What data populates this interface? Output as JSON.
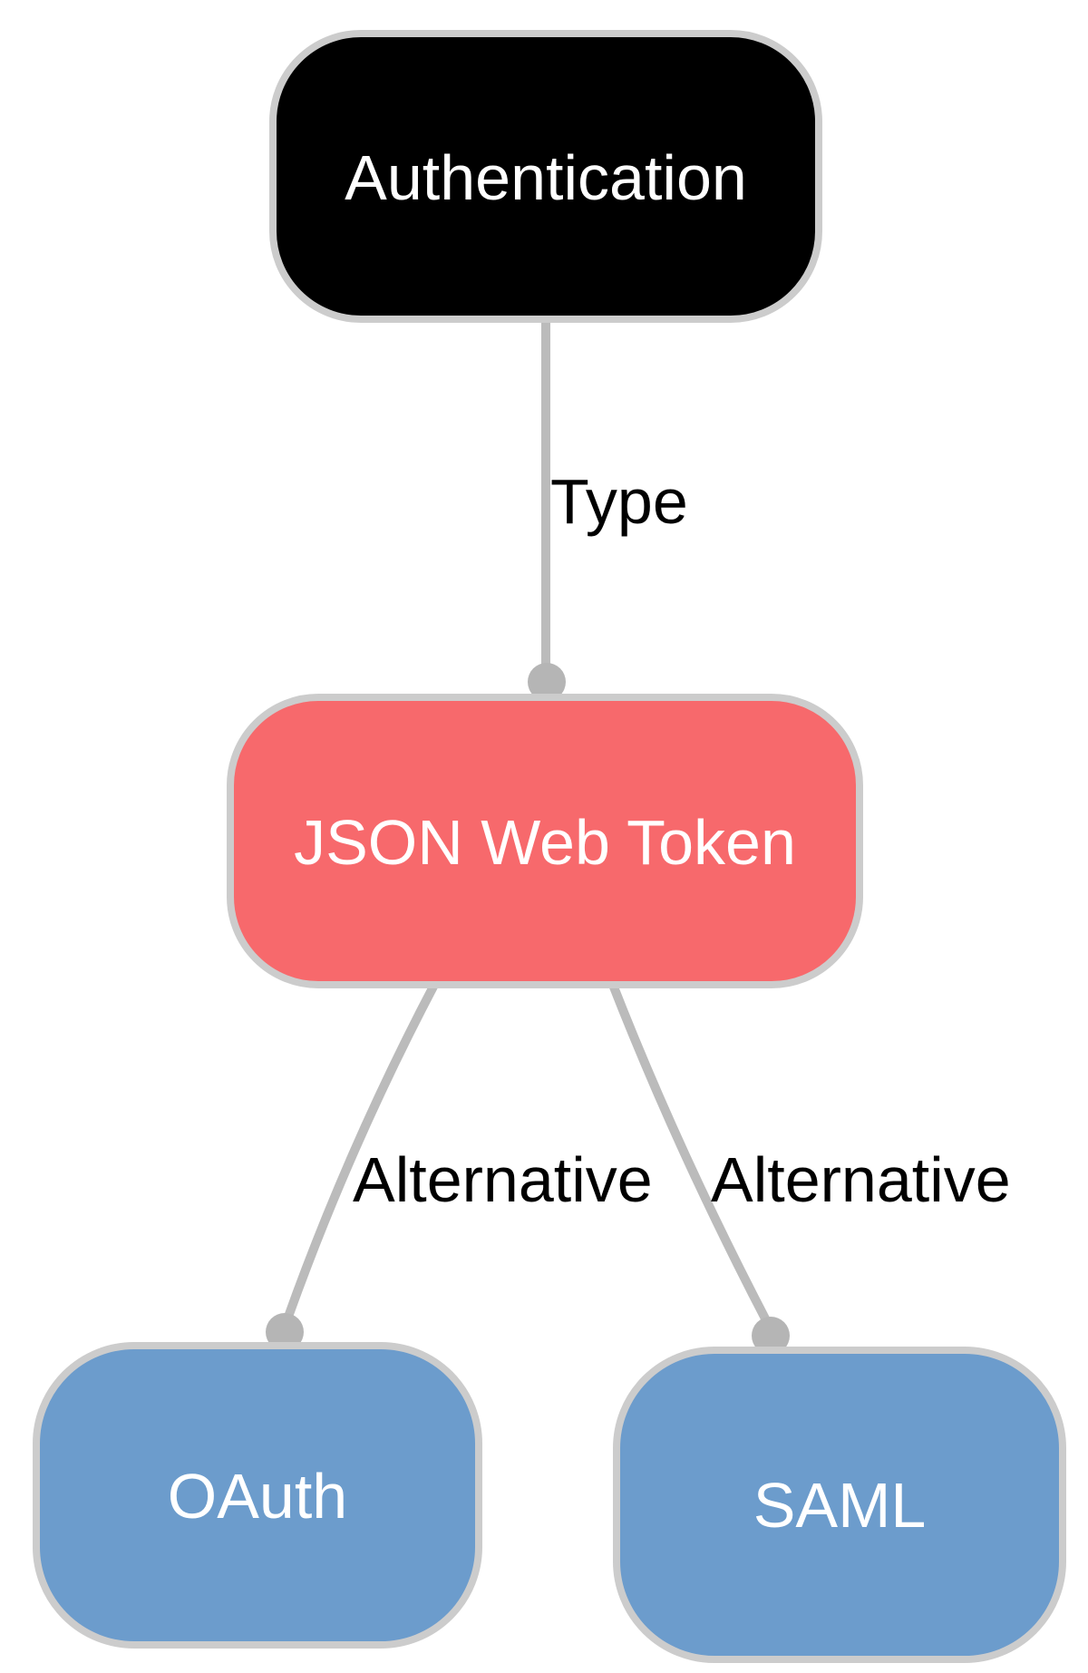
{
  "diagram": {
    "background": "#ffffff",
    "nodes": [
      {
        "id": "authentication",
        "label": "Authentication",
        "fill": "#000000",
        "text_color": "#ffffff"
      },
      {
        "id": "json-web-token",
        "label": "JSON Web Token",
        "fill": "#f7696c",
        "text_color": "#ffffff"
      },
      {
        "id": "oauth",
        "label": "OAuth",
        "fill": "#6c9ccc",
        "text_color": "#ffffff"
      },
      {
        "id": "saml",
        "label": "SAML",
        "fill": "#6c9ccc",
        "text_color": "#ffffff"
      }
    ],
    "edges": [
      {
        "from": "Authentication",
        "to": "JSON Web Token",
        "label": "Type"
      },
      {
        "from": "JSON Web Token",
        "to": "OAuth",
        "label": "Alternative"
      },
      {
        "from": "JSON Web Token",
        "to": "SAML",
        "label": "Alternative"
      }
    ],
    "styles": {
      "edge_color": "#bbbbbb",
      "dot_color": "#b5b5b5",
      "node_border_color": "#cccccc",
      "edge_label_color": "#000000"
    }
  }
}
